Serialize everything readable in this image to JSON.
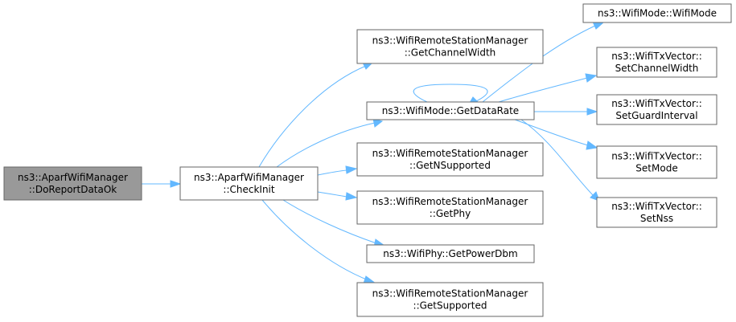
{
  "graph": {
    "nodes": {
      "do_report": {
        "lines": [
          "ns3::AparfWifiManager",
          "::DoReportDataOk"
        ],
        "root": true
      },
      "check_init": {
        "lines": [
          "ns3::AparfWifiManager",
          "::CheckInit"
        ]
      },
      "get_channel_width": {
        "lines": [
          "ns3::WifiRemoteStationManager",
          "::GetChannelWidth"
        ]
      },
      "get_data_rate": {
        "lines": [
          "ns3::WifiMode::GetDataRate"
        ]
      },
      "get_nsupported": {
        "lines": [
          "ns3::WifiRemoteStationManager",
          "::GetNSupported"
        ]
      },
      "get_phy": {
        "lines": [
          "ns3::WifiRemoteStationManager",
          "::GetPhy"
        ]
      },
      "get_power_dbm": {
        "lines": [
          "ns3::WifiPhy::GetPowerDbm"
        ]
      },
      "get_supported": {
        "lines": [
          "ns3::WifiRemoteStationManager",
          "::GetSupported"
        ]
      },
      "wifimode_ctor": {
        "lines": [
          "ns3::WifiMode::WifiMode"
        ]
      },
      "set_channel_width": {
        "lines": [
          "ns3::WifiTxVector::",
          "SetChannelWidth"
        ]
      },
      "set_guard_interval": {
        "lines": [
          "ns3::WifiTxVector::",
          "SetGuardInterval"
        ]
      },
      "set_mode": {
        "lines": [
          "ns3::WifiTxVector::",
          "SetMode"
        ]
      },
      "set_nss": {
        "lines": [
          "ns3::WifiTxVector::",
          "SetNss"
        ]
      }
    },
    "edges": [
      {
        "from": "do_report",
        "to": "check_init"
      },
      {
        "from": "check_init",
        "to": "get_channel_width"
      },
      {
        "from": "check_init",
        "to": "get_data_rate"
      },
      {
        "from": "check_init",
        "to": "get_nsupported"
      },
      {
        "from": "check_init",
        "to": "get_phy"
      },
      {
        "from": "check_init",
        "to": "get_power_dbm"
      },
      {
        "from": "check_init",
        "to": "get_supported"
      },
      {
        "from": "get_data_rate",
        "to": "get_data_rate"
      },
      {
        "from": "get_data_rate",
        "to": "wifimode_ctor"
      },
      {
        "from": "get_data_rate",
        "to": "set_channel_width"
      },
      {
        "from": "get_data_rate",
        "to": "set_guard_interval"
      },
      {
        "from": "get_data_rate",
        "to": "set_mode"
      },
      {
        "from": "get_data_rate",
        "to": "set_nss"
      }
    ],
    "colors": {
      "edge": "#63b8ff",
      "node_border": "#666666",
      "root_fill": "#999999",
      "node_fill": "#ffffff"
    }
  }
}
